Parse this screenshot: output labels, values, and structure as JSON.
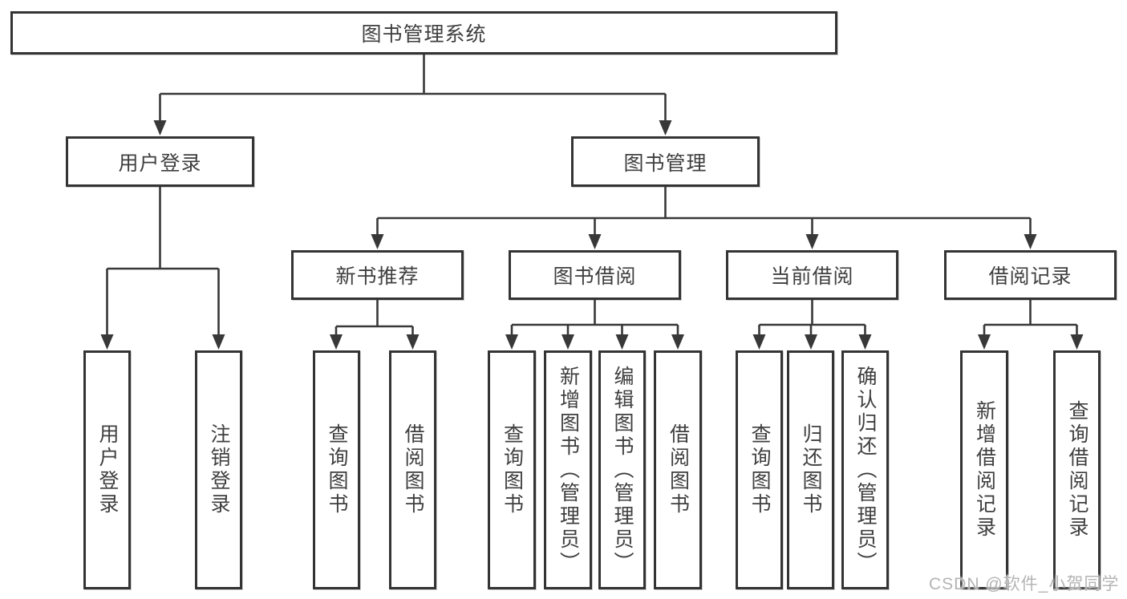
{
  "tree": {
    "root": {
      "label": "图书管理系统"
    },
    "branches": [
      {
        "label": "用户登录",
        "leaves": [
          {
            "label": "用户登录"
          },
          {
            "label": "注销登录"
          }
        ]
      },
      {
        "label": "图书管理",
        "children": [
          {
            "label": "新书推荐",
            "leaves": [
              {
                "label": "查询图书"
              },
              {
                "label": "借阅图书"
              }
            ]
          },
          {
            "label": "图书借阅",
            "leaves": [
              {
                "label": "查询图书"
              },
              {
                "label": "新增图书（管理员）"
              },
              {
                "label": "编辑图书（管理员）"
              },
              {
                "label": "借阅图书"
              }
            ]
          },
          {
            "label": "当前借阅",
            "leaves": [
              {
                "label": "查询图书"
              },
              {
                "label": "归还图书"
              },
              {
                "label": "确认归还（管理员）"
              }
            ]
          },
          {
            "label": "借阅记录",
            "leaves": [
              {
                "label": "新增借阅记录"
              },
              {
                "label": "查询借阅记录"
              }
            ]
          }
        ]
      }
    ]
  },
  "watermark": "CSDN @软件_小贺同学",
  "colors": {
    "line": "#383838",
    "border": "#343434",
    "text": "#3f3f3f",
    "watermark": "#b4b4b4"
  }
}
